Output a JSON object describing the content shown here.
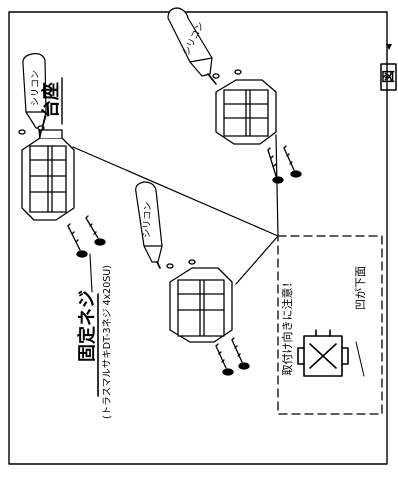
{
  "labels": {
    "base": "台座",
    "fixing_screw": "固定ネジ",
    "screw_spec": "(トラスマルサキDT-3ネジ 4x20SU)",
    "silicone": "シリコン",
    "caution": "取付け向きに注意！",
    "concave_down": "凹が下面",
    "figure_mark": "図"
  },
  "colors": {
    "line": "#000000",
    "background": "#ffffff"
  }
}
